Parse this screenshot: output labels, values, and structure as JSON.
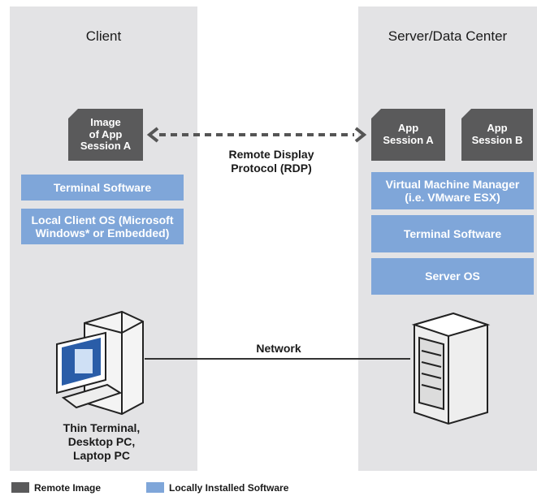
{
  "client": {
    "title": "Client",
    "image_box": "Image\nof App\nSession A",
    "terminal_software": "Terminal Software",
    "local_os": "Local Client OS (Microsoft\nWindows* or Embedded)",
    "device_label": "Thin Terminal,\nDesktop PC,\nLaptop PC"
  },
  "server": {
    "title": "Server/Data Center",
    "session_a": "App\nSession A",
    "session_b": "App\nSession B",
    "vmm": "Virtual Machine Manager\n(i.e. VMware ESX)",
    "terminal_software": "Terminal Software",
    "server_os": "Server OS"
  },
  "protocol_label": "Remote Display\nProtocol (RDP)",
  "network_label": "Network",
  "legend": {
    "remote_image": "Remote Image",
    "local_software": "Locally Installed Software"
  },
  "colors": {
    "remote_image": "#5a5a5b",
    "local_software": "#7fa6d9",
    "panel": "#e3e3e5"
  }
}
